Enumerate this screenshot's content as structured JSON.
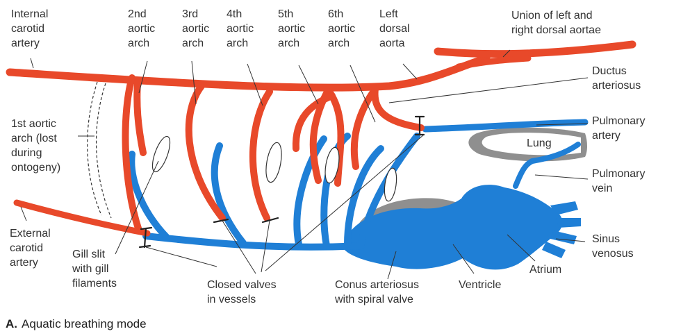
{
  "figure": {
    "caption_letter": "A.",
    "caption_text": "Aquatic breathing mode",
    "colors": {
      "artery": "#e8492a",
      "vein": "#1f7fd6",
      "gill": "#ffffff",
      "lung": "#8f8f8f",
      "leader": "#333333",
      "text": "#333333"
    }
  },
  "labels": {
    "internal_carotid": "Internal\ncarotid\nartery",
    "arch2": "2nd\naortic\narch",
    "arch3": "3rd\naortic\narch",
    "arch4": "4th\naortic\narch",
    "arch5": "5th\naortic\narch",
    "arch6": "6th\naortic\narch",
    "left_dorsal_aorta": "Left\ndorsal\naorta",
    "union": "Union of left and\nright dorsal aortae",
    "ductus": "Ductus\narteriosus",
    "pulmonary_artery": "Pulmonary\nartery",
    "lung": "Lung",
    "pulmonary_vein": "Pulmonary\nvein",
    "sinus": "Sinus\nvenosus",
    "atrium": "Atrium",
    "ventricle": "Ventricle",
    "conus": "Conus arteriosus\nwith spiral valve",
    "valves": "Closed valves\nin vessels",
    "gill_slit": "Gill slit\nwith gill\nfilaments",
    "external_carotid": "External\ncarotid\nartery",
    "arch1": "1st aortic\narch (lost\nduring\nontogeny)"
  }
}
